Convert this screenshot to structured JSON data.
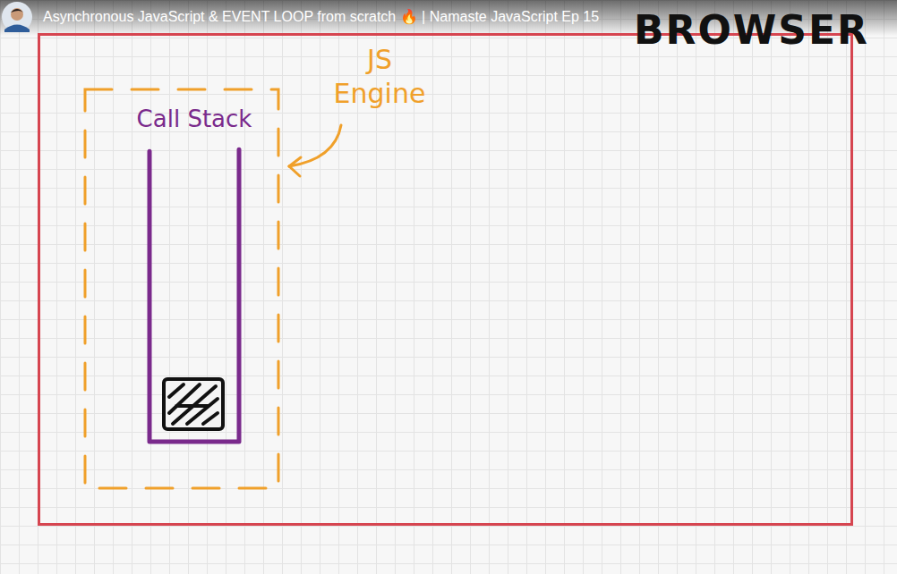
{
  "diagram": {
    "nodes": [
      {
        "text": [
          "BROWSER"
        ]
      },
      {
        "text": [
          "JS Engine"
        ],
        "in": 0
      },
      {
        "text": [
          "Call Stack"
        ],
        "in": 1
      }
    ],
    "labels": [
      "Asynchronous JavaScript & EVENT LOOP from scratch 🔥 | Namaste JavaScript Ep 15"
    ]
  }
}
